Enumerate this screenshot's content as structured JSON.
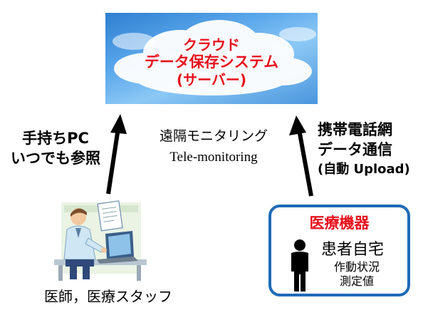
{
  "server": {
    "line1": "クラウド",
    "line2": "データ保存システム",
    "line3": "(サーバー)"
  },
  "left_label": {
    "line1": "手持ちPC",
    "line2": "いつでも参照"
  },
  "center_label": {
    "line1": "遠隔モニタリング",
    "line2": "Tele-monitoring"
  },
  "right_label": {
    "line1": "携帯電話網",
    "line2": "データ通信",
    "line3": "(自動 Upload)"
  },
  "doctor_caption": "医師，医療スタッフ",
  "device": {
    "title": "医療機器",
    "home": "患者自宅",
    "status_line1": "作動状況",
    "status_line2": "測定値"
  },
  "colors": {
    "accent_red": "#e8101c",
    "box_blue": "#1f6bb7",
    "sky_blue": "#5aa7eb"
  },
  "icons": [
    "cloud-icon",
    "doctor-computer-illustration",
    "person-icon",
    "arrow-up-icon"
  ]
}
